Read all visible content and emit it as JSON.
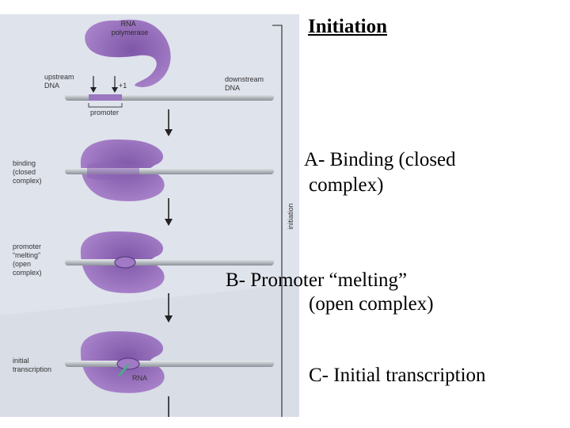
{
  "slide": {
    "title": "Initiation",
    "steps": [
      {
        "line1": "A- Binding (closed",
        "line2": "complex)"
      },
      {
        "line1": "B- Promoter “melting”",
        "line2": "(open complex)"
      },
      {
        "line1": "C- Initial transcription"
      }
    ]
  },
  "figure": {
    "enzyme_label_line1": "RNA",
    "enzyme_label_line2": "polymerase",
    "upstream_line1": "upstream",
    "upstream_line2": "DNA",
    "downstream_line1": "downstream",
    "downstream_line2": "DNA",
    "plus_one": "+1",
    "promoter_label": "promoter",
    "side_label": "initiation",
    "stage_labels": [
      [
        "binding",
        "(closed",
        "complex)"
      ],
      [
        "promoter",
        "“melting”",
        "(open",
        "complex)"
      ],
      [
        "initial",
        "transcription"
      ]
    ],
    "rna_label": "RNA"
  },
  "colors": {
    "enzyme": "#a07ac4",
    "enzyme_dark": "#7e56a8",
    "dna": "#b7bcc2",
    "page_tint": "#dfe3ec",
    "rna": "#4fa888"
  }
}
